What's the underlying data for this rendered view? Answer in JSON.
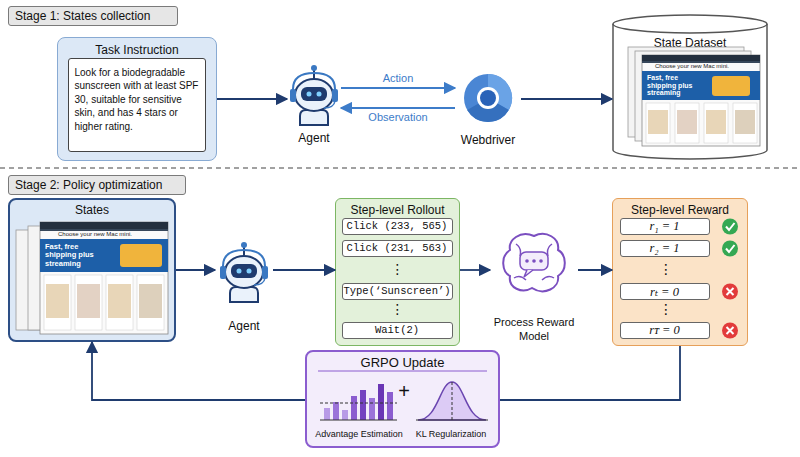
{
  "diagram": {
    "nodes": [
      {
        "text": [
          "Stage 1: States collection"
        ]
      },
      {
        "text": [
          "Task Instruction"
        ]
      },
      {
        "text": [
          "Look for a biodegradable sunscreen with at least SPF 30, suitable for sensitive skin, and has 4 stars or higher rating."
        ],
        "in": 1
      },
      {
        "text": [
          "Agent"
        ]
      },
      {
        "text": [
          "Webdriver"
        ]
      },
      {
        "text": [
          "State Dataset"
        ]
      },
      {
        "text": [
          "Stage 2: Policy optimization"
        ]
      },
      {
        "text": [
          "States"
        ]
      },
      {
        "text": [
          "Agent"
        ]
      },
      {
        "text": [
          "Step-level Rollout",
          "⋮",
          "⋮"
        ]
      },
      {
        "text": [
          "Click (233, 565)"
        ],
        "in": 9
      },
      {
        "text": [
          "Click (231, 563)"
        ],
        "in": 9
      },
      {
        "text": [
          "Type(‘Sunscreen’)"
        ],
        "in": 9
      },
      {
        "text": [
          "Wait(2)"
        ],
        "in": 9
      },
      {
        "text": [
          "Process Reward Model"
        ]
      },
      {
        "text": [
          "Step-level Reward",
          "⋮",
          "⋮"
        ]
      },
      {
        "text": [
          "r₁ = 1"
        ],
        "in": 15
      },
      {
        "text": [
          "r₂ = 1"
        ],
        "in": 15
      },
      {
        "text": [
          "rₜ = 0"
        ],
        "in": 15
      },
      {
        "text": [
          "rᴛ = 0"
        ],
        "in": 15
      },
      {
        "text": [
          "GRPO Update",
          "+",
          "Advantage Estimation",
          "KL Regularization"
        ]
      }
    ],
    "edges": [
      {
        "from": 1,
        "to": 3,
        "arrow": "to"
      },
      {
        "from": 3,
        "to": 4,
        "label": "Action",
        "arrow": "to"
      },
      {
        "from": 4,
        "to": 3,
        "label": "Observation",
        "arrow": "to"
      },
      {
        "from": 4,
        "to": 5,
        "arrow": "to"
      },
      {
        "from": 7,
        "to": 8,
        "arrow": "to"
      },
      {
        "from": 8,
        "to": 9,
        "arrow": "to"
      },
      {
        "from": 9,
        "to": 14,
        "arrow": "to"
      },
      {
        "from": 14,
        "to": 15,
        "arrow": "to"
      },
      {
        "from": 15,
        "to": 20,
        "arrow": "none"
      },
      {
        "from": 20,
        "to": 7,
        "arrow": "to"
      }
    ],
    "labels": [
      "Choose your new Mac mini.",
      "Fast, free shipping plus streaming",
      "Choose your new Mac mini.",
      "Fast, free shipping plus streaming"
    ]
  }
}
